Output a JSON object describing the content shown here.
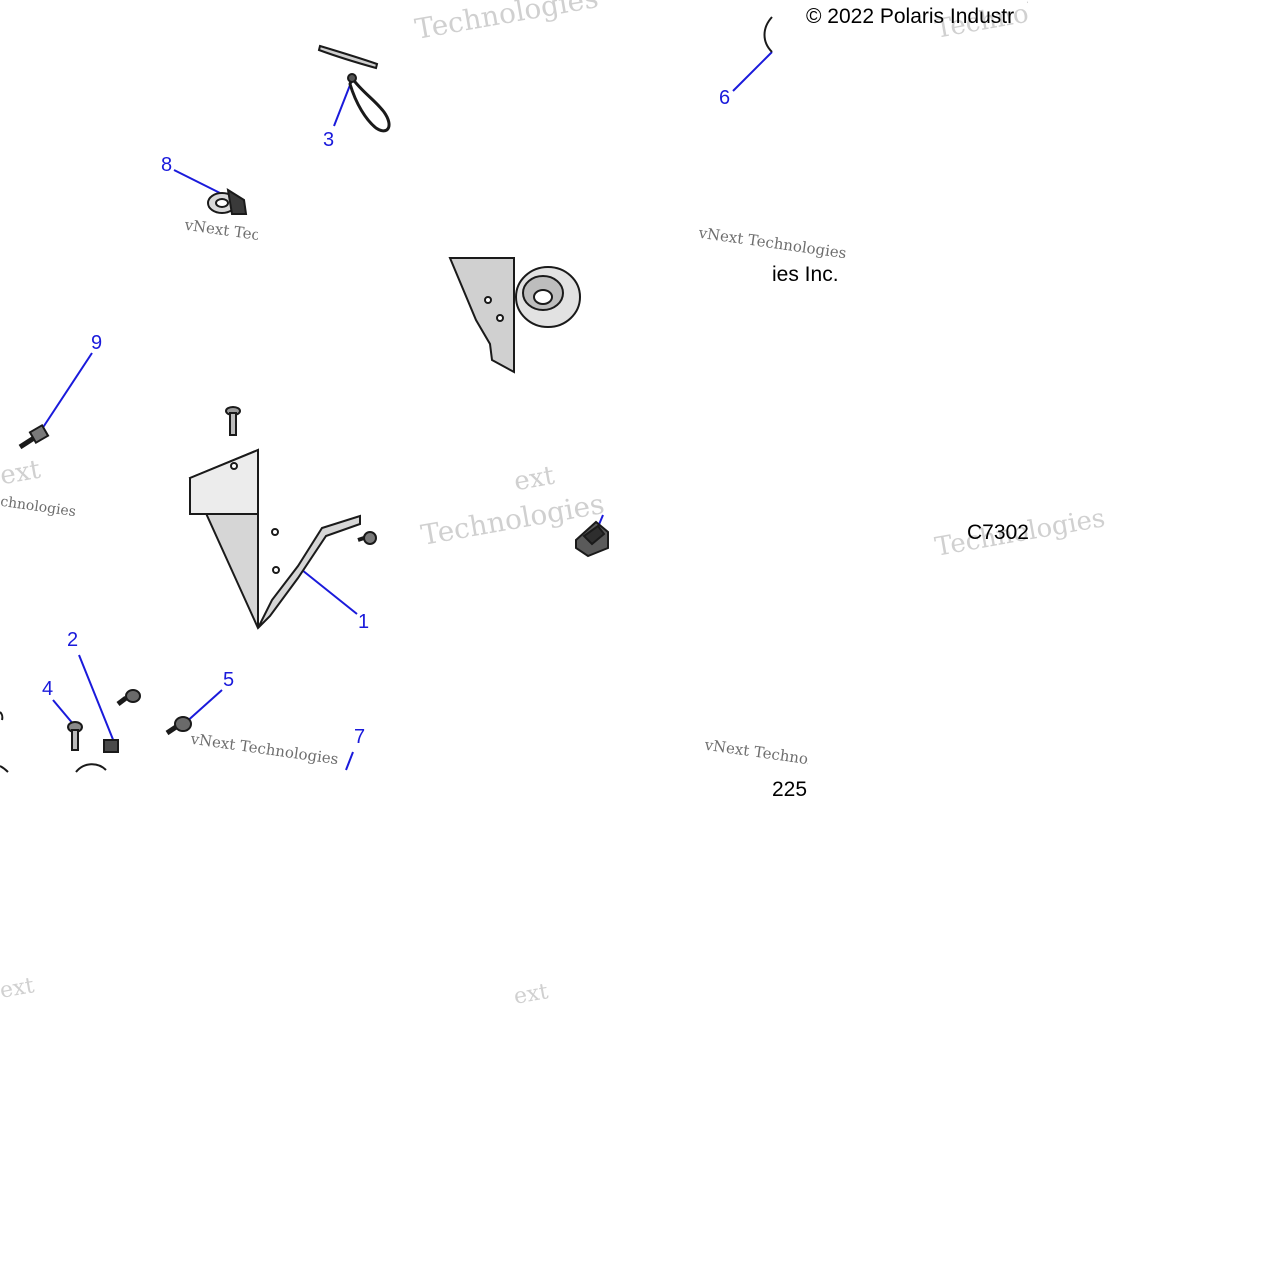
{
  "copyright": "© 2022 Polaris Industr",
  "fragment_company": "ies Inc.",
  "drawing_code": "C7302",
  "fragment_number": "225",
  "callouts": [
    "1",
    "2",
    "3",
    "4",
    "5",
    "6",
    "7",
    "8",
    "9"
  ],
  "watermarks": {
    "technologies": "Technologies",
    "brand": "vNext Technologies",
    "vnext": "vNext",
    "next": "ext",
    "chnologies": "chnologies"
  },
  "colors": {
    "callout": "#1a1adb",
    "part_stroke": "#1a1a1a",
    "part_fill": "#d9d9d9",
    "watermark": "#9a9a9a"
  }
}
